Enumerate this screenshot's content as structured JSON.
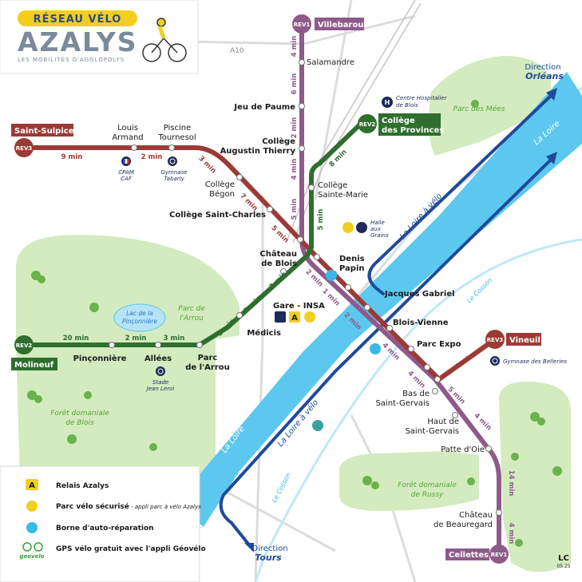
{
  "logo": {
    "title": "RÉSEAU VÉLO",
    "brand": "AZALYS",
    "tagline": "LES MOBILITÉS D'AGGLOPOLYS"
  },
  "colors": {
    "rev1": "#8f5a8a",
    "rev2": "#2f6e2e",
    "rev3": "#9b3a36",
    "loire_velo": "#1e4a9a",
    "water": "#5cc8ef",
    "park": "#d3ebbf",
    "park_text": "#55a53a",
    "accent_yellow": "#f2cf1e"
  },
  "roads": {
    "a10": "A10"
  },
  "lines": {
    "rev1": {
      "code": "REV1",
      "end_north": "Villebarou",
      "end_south": "Cellettes"
    },
    "rev2": {
      "code": "REV2",
      "end_west": "Molineuf",
      "end_north": "Collège des Provinces"
    },
    "rev3": {
      "code": "REV3",
      "end_west": "Saint-Sulpice",
      "end_east": "Vineuil"
    }
  },
  "stations": {
    "salamandre": "Salamandre",
    "jeu_de_paume": "Jeu de Paume",
    "college_at_1": "Collège",
    "college_at_2": "Augustin Thierry",
    "college_sm_1": "Collège",
    "college_sm_2": "Sainte-Marie",
    "louis_armand_1": "Louis",
    "louis_armand_2": "Armand",
    "piscine_1": "Piscine",
    "piscine_2": "Tournesol",
    "college_begon_1": "Collège",
    "college_begon_2": "Bégon",
    "college_sc": "Collège Saint-Charles",
    "chateau_blois_1": "Château",
    "chateau_blois_2": "de Blois",
    "denis_papin_1": "Denis",
    "denis_papin_2": "Papin",
    "jacques_gabriel": "Jacques Gabriel",
    "blois_vienne": "Blois-Vienne",
    "parc_expo": "Parc Expo",
    "bas_sg_1": "Bas de",
    "bas_sg_2": "Saint-Gervais",
    "haut_sg_1": "Haut de",
    "haut_sg_2": "Saint-Gervais",
    "patte_oie": "Patte d'Oie",
    "chateau_beau_1": "Château",
    "chateau_beau_2": "de Beauregard",
    "gare_insa": "Gare - INSA",
    "medicis": "Médicis",
    "parc_arrou_1": "Parc",
    "parc_arrou_2": "de l'Arrou",
    "allees": "Allées",
    "pinconniere": "Pinçonnière"
  },
  "times": {
    "r1_a": "4 min",
    "r1_b": "6 min",
    "r1_c": "2 min",
    "r1_d": "4 min",
    "r1_e": "5 min",
    "r1_f": "2 min",
    "r1_g": "1 min",
    "r1_h": "2 min",
    "r1_i": "4 min",
    "r1_j": "4 min",
    "r1_k": "5 min",
    "r1_l": "4 min",
    "r1_m": "14 min",
    "r1_n": "4 min",
    "r2_a": "8 min",
    "r2_b": "5 min",
    "r2_c": "3 min",
    "r2_d": "2 min",
    "r2_e": "5 min",
    "r2_f": "3 min",
    "r2_g": "2 min",
    "r2_h": "20 min",
    "r3_a": "9 min",
    "r3_b": "2 min",
    "r3_c": "3 min",
    "r3_d": "7 min",
    "r3_e": "5 min",
    "r3_f": "4 min"
  },
  "pois": {
    "hospital_1": "Centre Hospitalier",
    "hospital_2": "de Blois",
    "cpam_1": "CPAM",
    "cpam_2": "CAF",
    "gym_tab_1": "Gymnase",
    "gym_tab_2": "Tabarly",
    "stade_1": "Stade",
    "stade_2": "Jean Leroi",
    "halle_1": "Halle",
    "halle_2": "aux",
    "halle_3": "Grains",
    "gym_belleries": "Gymnase des Belleries"
  },
  "areas": {
    "parc_mees": "Parc des Mées",
    "lac_1": "Lac de la",
    "lac_2": "Pinçonnière",
    "parc_arrou_1": "Parc de",
    "parc_arrou_2": "l'Arrou",
    "foret_blois_1": "Forêt domaniale",
    "foret_blois_2": "de Blois",
    "foret_russy_1": "Forêt domaniale",
    "foret_russy_2": "de Russy",
    "loire_1": "La Loire",
    "loire_2": "La Loire",
    "loire_velo_1": "La Loire à vélo",
    "loire_velo_2": "La Loire à vélo",
    "cosson_1": "Le Cosson",
    "cosson_2": "Le Cosson"
  },
  "directions": {
    "orleans_1": "Direction",
    "orleans_2": "Orléans",
    "tours_1": "Direction",
    "tours_2": "Tours"
  },
  "legend": {
    "relais_a": "Relais Azalys",
    "parc_velo": "Parc vélo sécurisé",
    "parc_velo_note": " - appli parc à vélo Azalys",
    "borne": "Borne d'auto-réparation",
    "gps": "GPS vélo gratuit avec l'appli Géovélo",
    "geovelo": "geovelo"
  },
  "credit": {
    "mark": "LC",
    "date": "05.25"
  }
}
